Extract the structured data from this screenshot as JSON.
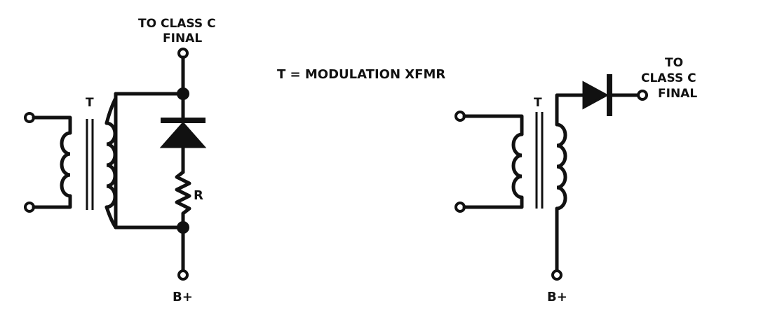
{
  "legend": "T = MODULATION XFMR",
  "circuit_a": {
    "top_label_line1": "TO CLASS C",
    "top_label_line2": "FINAL",
    "transformer_label": "T",
    "resistor_label": "R",
    "bottom_label": "B+"
  },
  "circuit_b": {
    "out_label_line1": "TO",
    "out_label_line2": "CLASS C",
    "out_label_line3": "FINAL",
    "transformer_label": "T",
    "bottom_label": "B+"
  }
}
